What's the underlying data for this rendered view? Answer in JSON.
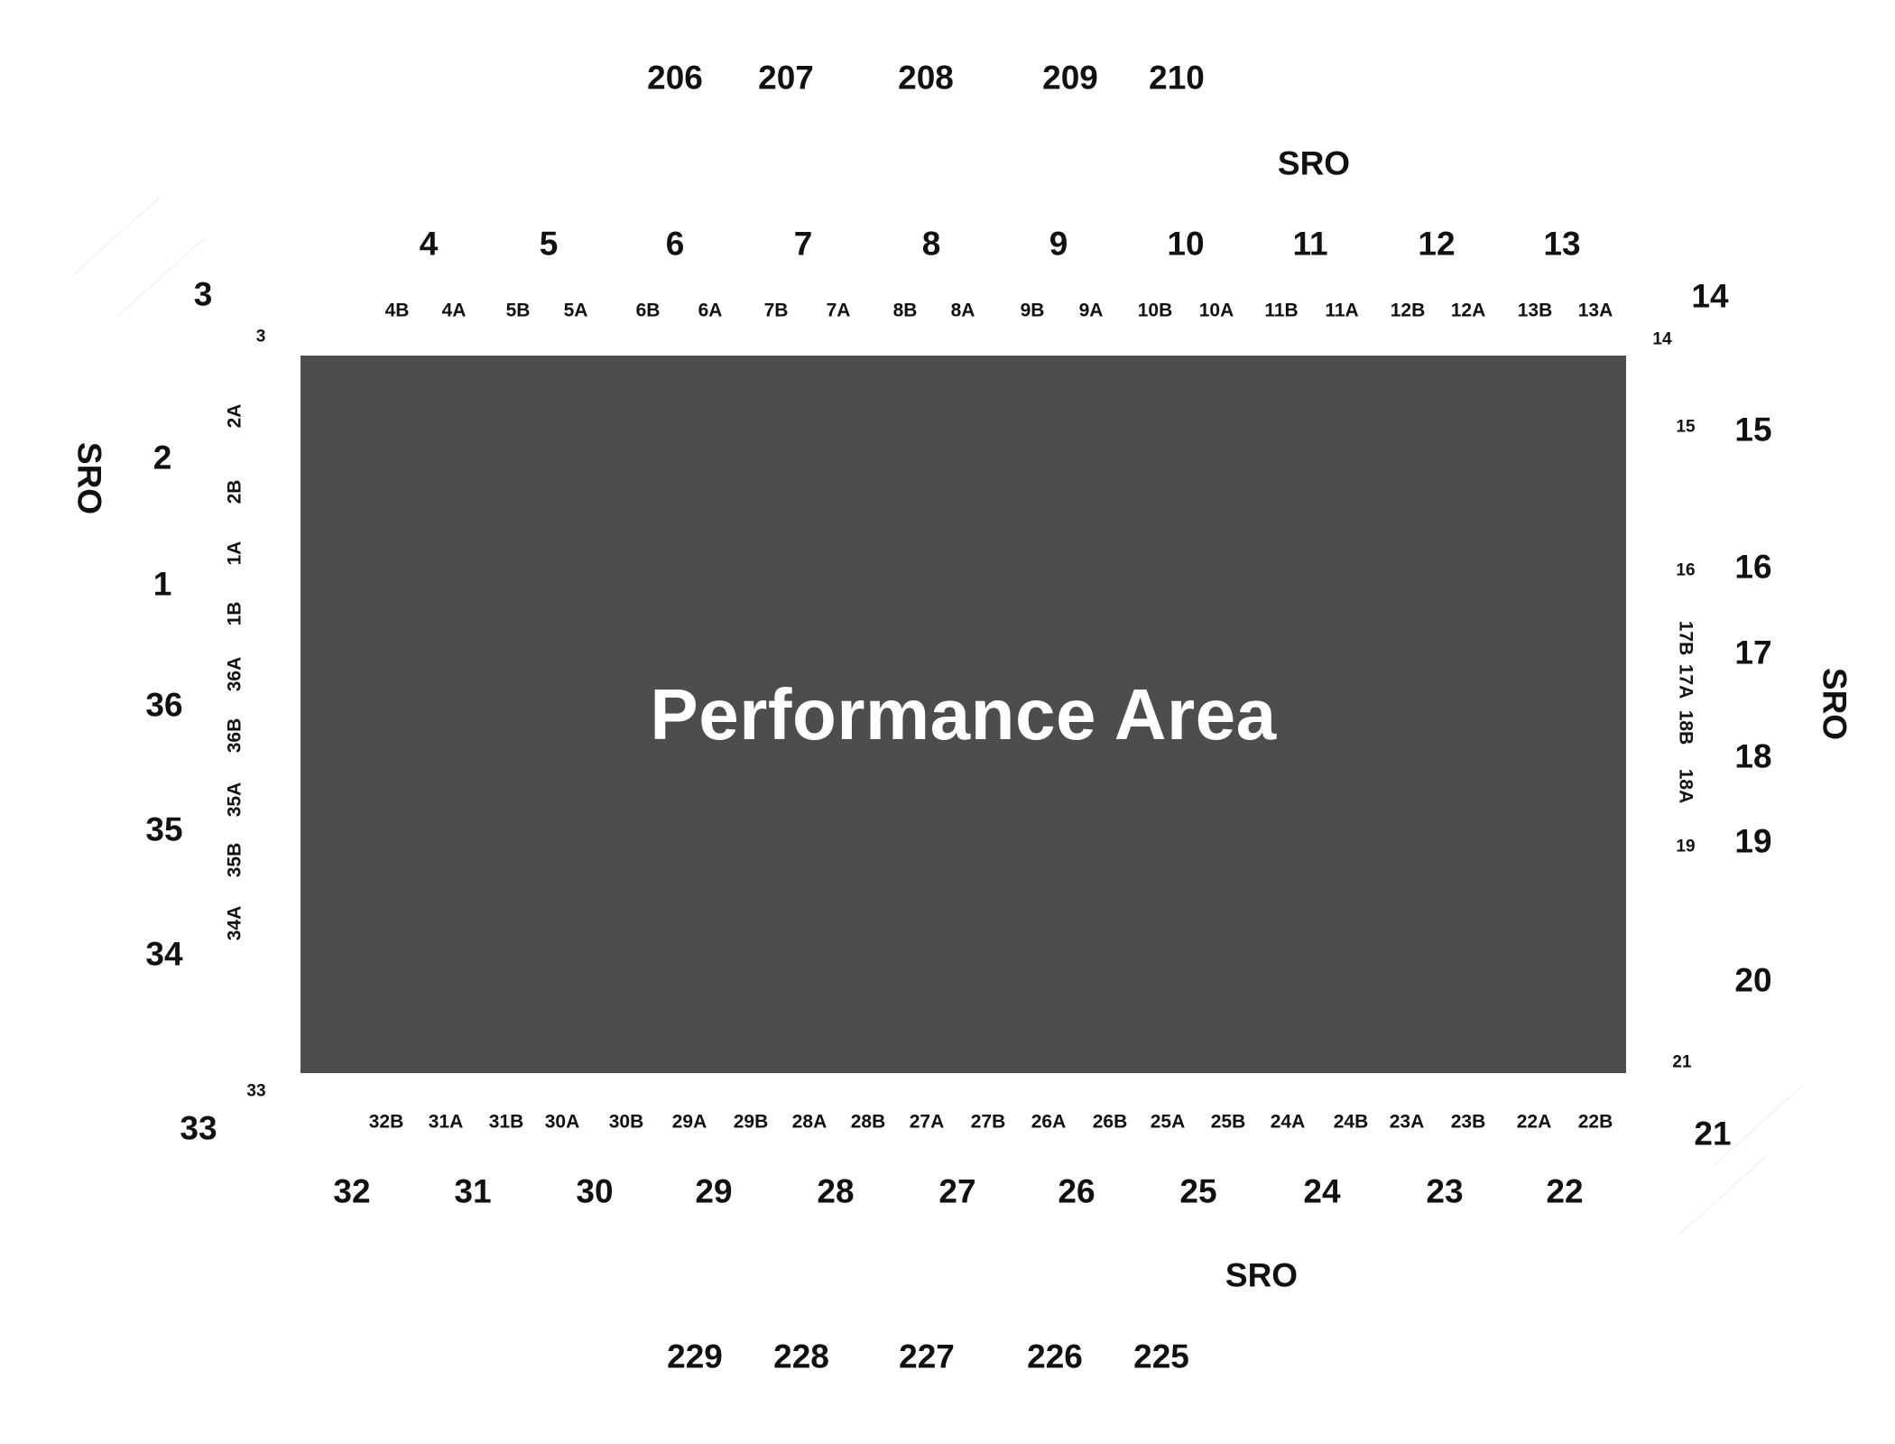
{
  "stage": {
    "label": "Performance Area",
    "color": "#4d4d4d"
  },
  "sro_label": "SRO",
  "upper_top": [
    "206",
    "207",
    "208",
    "209",
    "210"
  ],
  "upper_bottom": [
    "229",
    "228",
    "227",
    "226",
    "225"
  ],
  "sections_top": [
    "4",
    "5",
    "6",
    "7",
    "8",
    "9",
    "10",
    "11",
    "12",
    "13"
  ],
  "rows_top": [
    "4B",
    "4A",
    "5B",
    "5A",
    "6B",
    "6A",
    "7B",
    "7A",
    "8B",
    "8A",
    "9B",
    "9A",
    "10B",
    "10A",
    "11B",
    "11A",
    "12B",
    "12A",
    "13B",
    "13A"
  ],
  "sections_bottom": [
    "32",
    "31",
    "30",
    "29",
    "28",
    "27",
    "26",
    "25",
    "24",
    "23",
    "22"
  ],
  "rows_bottom": [
    "32B",
    "31A",
    "31B",
    "30A",
    "30B",
    "29A",
    "29B",
    "28A",
    "28B",
    "27A",
    "27B",
    "26A",
    "26B",
    "25A",
    "25B",
    "24A",
    "24B",
    "23A",
    "23B",
    "22A",
    "22B"
  ],
  "sections_left": [
    "2",
    "1",
    "36",
    "35",
    "34"
  ],
  "rows_left": [
    "2A",
    "2B",
    "1A",
    "1B",
    "36A",
    "36B",
    "35A",
    "35B",
    "34A"
  ],
  "sections_right": [
    "15",
    "16",
    "17",
    "18",
    "19",
    "20"
  ],
  "rows_right_small": [
    "15",
    "16",
    "19"
  ],
  "rows_right_vertical": [
    "17B",
    "17A",
    "18B",
    "18A"
  ],
  "corners": {
    "top_left": {
      "section": "3",
      "row": "3"
    },
    "top_right": {
      "section": "14",
      "row": "14"
    },
    "bottom_left": {
      "section": "33",
      "row": "33"
    },
    "bottom_right": {
      "section": "21",
      "row": "21"
    }
  }
}
